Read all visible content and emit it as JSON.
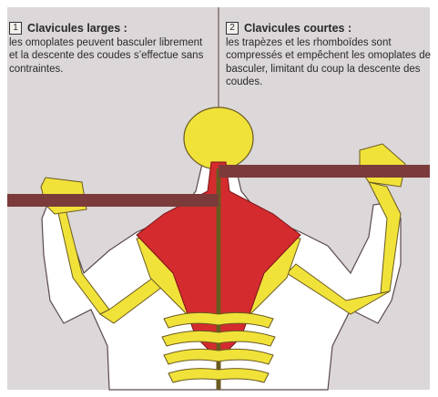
{
  "panels": [
    {
      "number": "1",
      "title": "Clavicules larges :",
      "text": "les omoplates peuvent basculer librement et la descente des coudes s’effectue sans contraintes."
    },
    {
      "number": "2",
      "title": "Clavicules courtes :",
      "text": "les trapèzes et les rhomboïdes sont compressés et empêchent les omoplates de basculer, limitant du coup la descente des coudes."
    }
  ],
  "colors": {
    "background": "#dcd7d8",
    "bone": "#f1e23a",
    "muscle": "#d42b2f",
    "skin": "#ffffff",
    "bar": "#7a3b3a"
  }
}
